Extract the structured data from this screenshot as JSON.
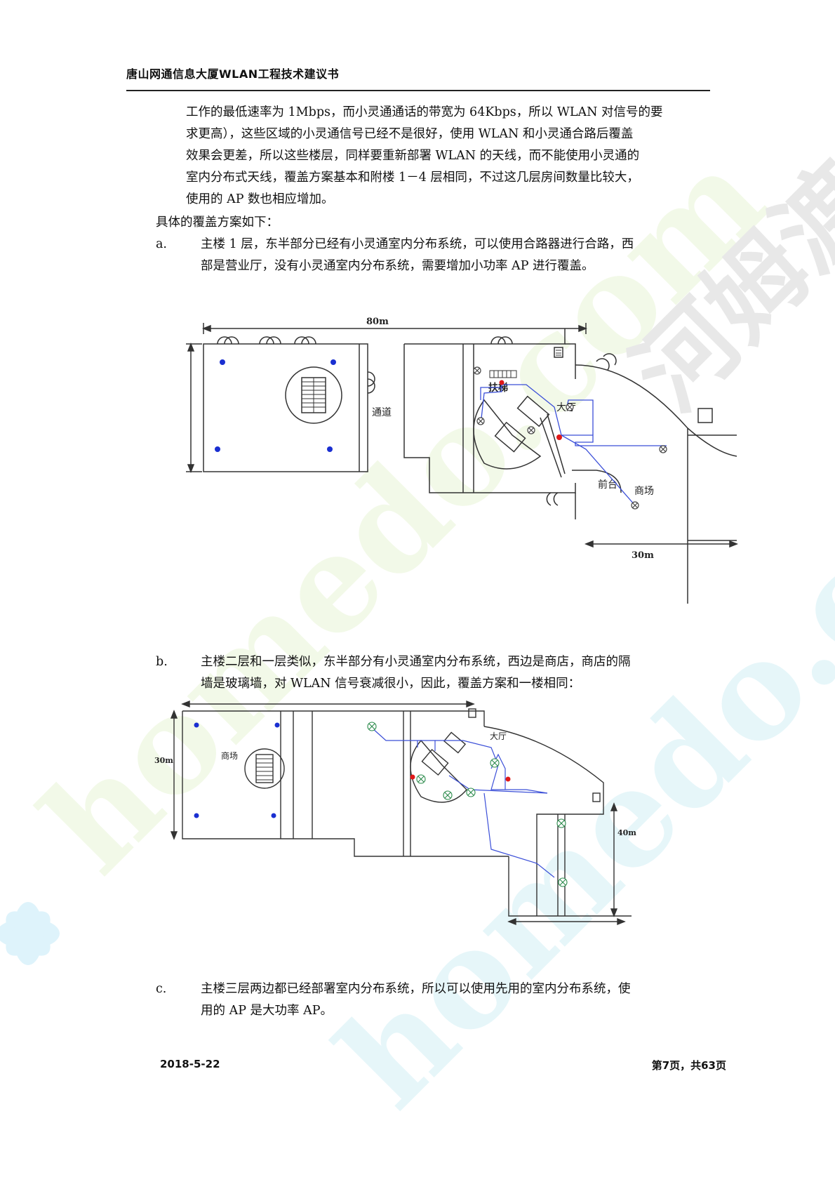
{
  "header": {
    "title": "唐山网通信息大厦WLAN工程技术建议书"
  },
  "body": {
    "para1_lines": [
      "工作的最低速率为 1Mbps，而小灵通通话的带宽为 64Kbps，所以 WLAN 对信号的要",
      "求更高），这些区域的小灵通信号已经不是很好，使用 WLAN 和小灵通合路后覆盖",
      "效果会更差，所以这些楼层，同样要重新部署 WLAN 的天线，而不能使用小灵通的",
      "室内分布式天线，覆盖方案基本和附楼 1－4 层相同，不过这几层房间数量比较大，",
      "使用的 AP 数也相应增加。"
    ],
    "para2": "具体的覆盖方案如下：",
    "item_a": {
      "label": "a.",
      "lines": [
        "主楼 1 层，东半部分已经有小灵通室内分布系统，可以使用合路器进行合路，西",
        "部是营业厅，没有小灵通室内分布系统，需要增加小功率 AP 进行覆盖。"
      ]
    },
    "item_b": {
      "label": "b.",
      "lines": [
        "主楼二层和一层类似，东半部分有小灵通室内分布系统，西边是商店，商店的隔",
        "墙是玻璃墙，对 WLAN 信号衰减很小，因此，覆盖方案和一楼相同："
      ]
    },
    "item_c": {
      "label": "c.",
      "lines": [
        "主楼三层两边都已经部署室内分布系统，所以可以使用先用的室内分布系统，使",
        "用的 AP 是大功率 AP。"
      ]
    }
  },
  "figure1": {
    "dim_top": "80m",
    "dim_bottom": "30m",
    "label_corridor": "通道",
    "label_escalator": "扶梯",
    "label_lobby": "大厅",
    "label_front_desk": "前台",
    "label_market": "商场"
  },
  "figure2": {
    "dim_left": "30m",
    "dim_right": "40m",
    "label_market": "商场",
    "label_lobby": "大厅"
  },
  "footer": {
    "date": "2018-5-22",
    "page": "第7页，共63页"
  },
  "watermark": {
    "text": "homedo.com",
    "brand": "河姆渡"
  },
  "colors": {
    "ap_blue": "#1a2fd1",
    "ap_red": "#e01818",
    "line_blue": "#3b4fd8",
    "wall": "#333333"
  }
}
